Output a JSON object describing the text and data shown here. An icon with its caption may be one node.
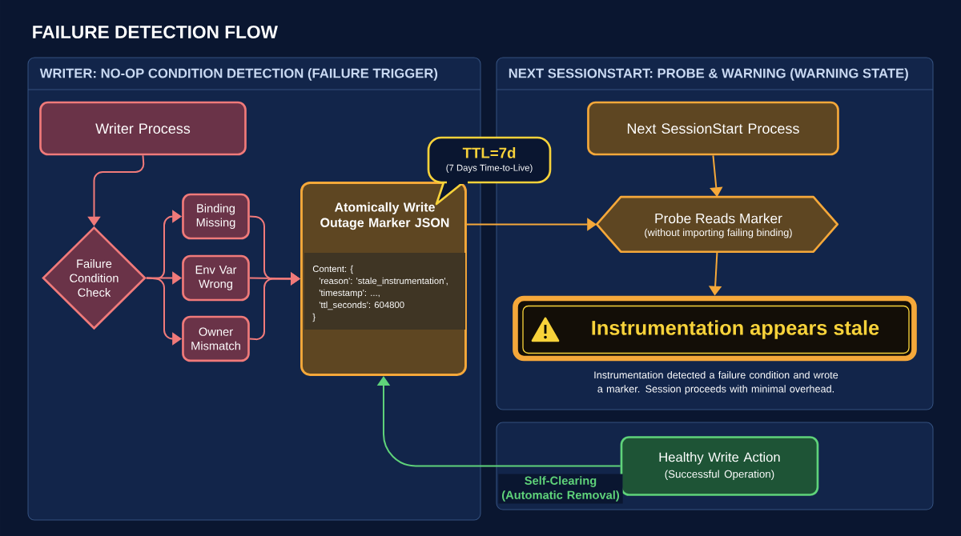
{
  "diagram": {
    "title": "FAILURE DETECTION FLOW",
    "nodes": [
      {
        "text": [
          "WRITER: NO-OP CONDITION DETECTION (FAILURE TRIGGER)"
        ]
      },
      {
        "text": [
          "Writer Process"
        ],
        "in": 0
      },
      {
        "text": [
          "Failure Condition Check"
        ],
        "in": 0
      },
      {
        "text": [
          "Binding Missing"
        ],
        "in": 0
      },
      {
        "text": [
          "Env Var Wrong"
        ],
        "in": 0
      },
      {
        "text": [
          "Owner Mismatch"
        ],
        "in": 0
      },
      {
        "text": [
          "Atomically Write Outage Marker JSON",
          "Content: {",
          "'reason': 'stale_instrumentation',",
          "'timestamp': ...,",
          "'ttl_seconds': 604800",
          "}"
        ],
        "in": 0
      },
      {
        "text": [
          "TTL=7d",
          "(7 Days Time-to-Live)"
        ]
      },
      {
        "text": [
          "NEXT SESSIONSTART: PROBE & WARNING (WARNING STATE)"
        ]
      },
      {
        "text": [
          "Next SessionStart Process"
        ],
        "in": 8
      },
      {
        "text": [
          "Probe Reads Marker",
          "(without importing failing binding)"
        ],
        "in": 8
      },
      {
        "text": [
          "Instrumentation appears stale"
        ],
        "in": 8,
        "beside": [
          "Instrumentation detected a failure condition and wrote a marker. Session proceeds with minimal overhead."
        ]
      },
      {
        "text": [],
        "shape": "box"
      },
      {
        "text": [
          "Healthy Write Action",
          "(Successful Operation)"
        ],
        "in": 12
      }
    ],
    "edges": [
      {
        "from": 1,
        "to": 2,
        "arrow": "to"
      },
      {
        "from": 2,
        "to": 3,
        "arrow": "to"
      },
      {
        "from": 2,
        "to": 4,
        "arrow": "to"
      },
      {
        "from": 2,
        "to": 5,
        "arrow": "to"
      },
      {
        "from": 3,
        "to": 6,
        "arrow": "to"
      },
      {
        "from": 4,
        "to": 6,
        "arrow": "to"
      },
      {
        "from": 5,
        "to": 6,
        "arrow": "to"
      },
      {
        "from": 6,
        "to": 10,
        "arrow": "to",
        "color": "#f5a83a"
      },
      {
        "from": 9,
        "to": 10,
        "arrow": "to",
        "color": "#f5a83a"
      },
      {
        "from": 10,
        "to": 11,
        "arrow": "to",
        "color": "#f5a83a"
      },
      {
        "from": 13,
        "to": 6,
        "arrow": "to",
        "color": "#5fd37a",
        "label": "Self-Clearing (Automatic Removal)"
      }
    ]
  }
}
